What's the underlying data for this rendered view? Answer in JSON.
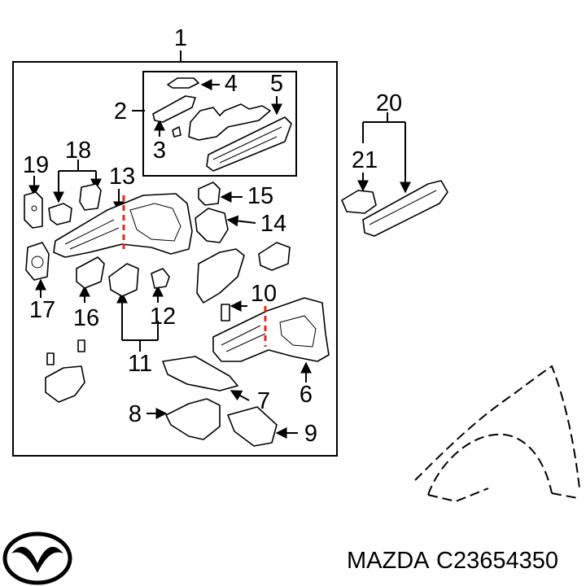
{
  "callouts": [
    "1",
    "2",
    "3",
    "4",
    "5",
    "6",
    "7",
    "8",
    "9",
    "10",
    "11",
    "12",
    "13",
    "14",
    "15",
    "16",
    "17",
    "18",
    "19",
    "20",
    "21"
  ],
  "brand": {
    "name": "MAZDA",
    "part_number": "C23654350",
    "logo_icon": "mazda-logo-icon"
  },
  "colors": {
    "line": "#000000",
    "cut_line": "#e0281e",
    "background": "#ffffff"
  }
}
